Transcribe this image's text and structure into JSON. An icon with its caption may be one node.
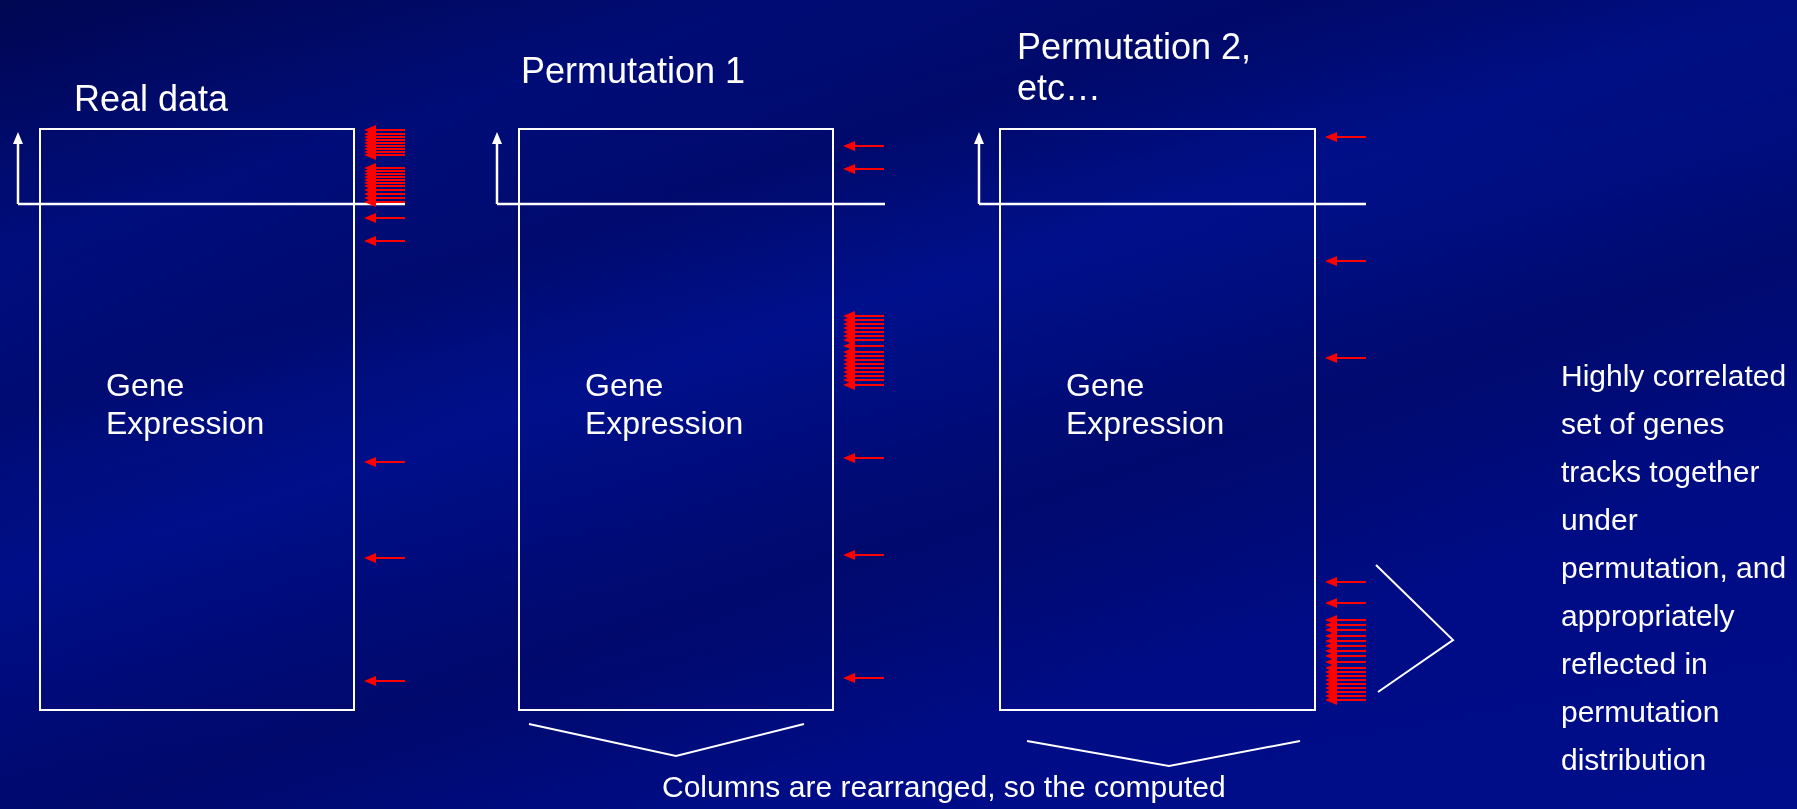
{
  "diagram": {
    "nodes": [
      {
        "text": [
          "Real data",
          "Gene Expression"
        ]
      },
      {
        "text": [
          "Permutation 1",
          "Gene Expression"
        ]
      },
      {
        "text": [
          "Permutation 2, etc…",
          "Gene Expression"
        ]
      }
    ],
    "labels": [
      "Highly correlated set of genes tracks together under permutation, and appropriately reflected in permutation distribution",
      "Columns are rearranged, so the computed"
    ]
  }
}
